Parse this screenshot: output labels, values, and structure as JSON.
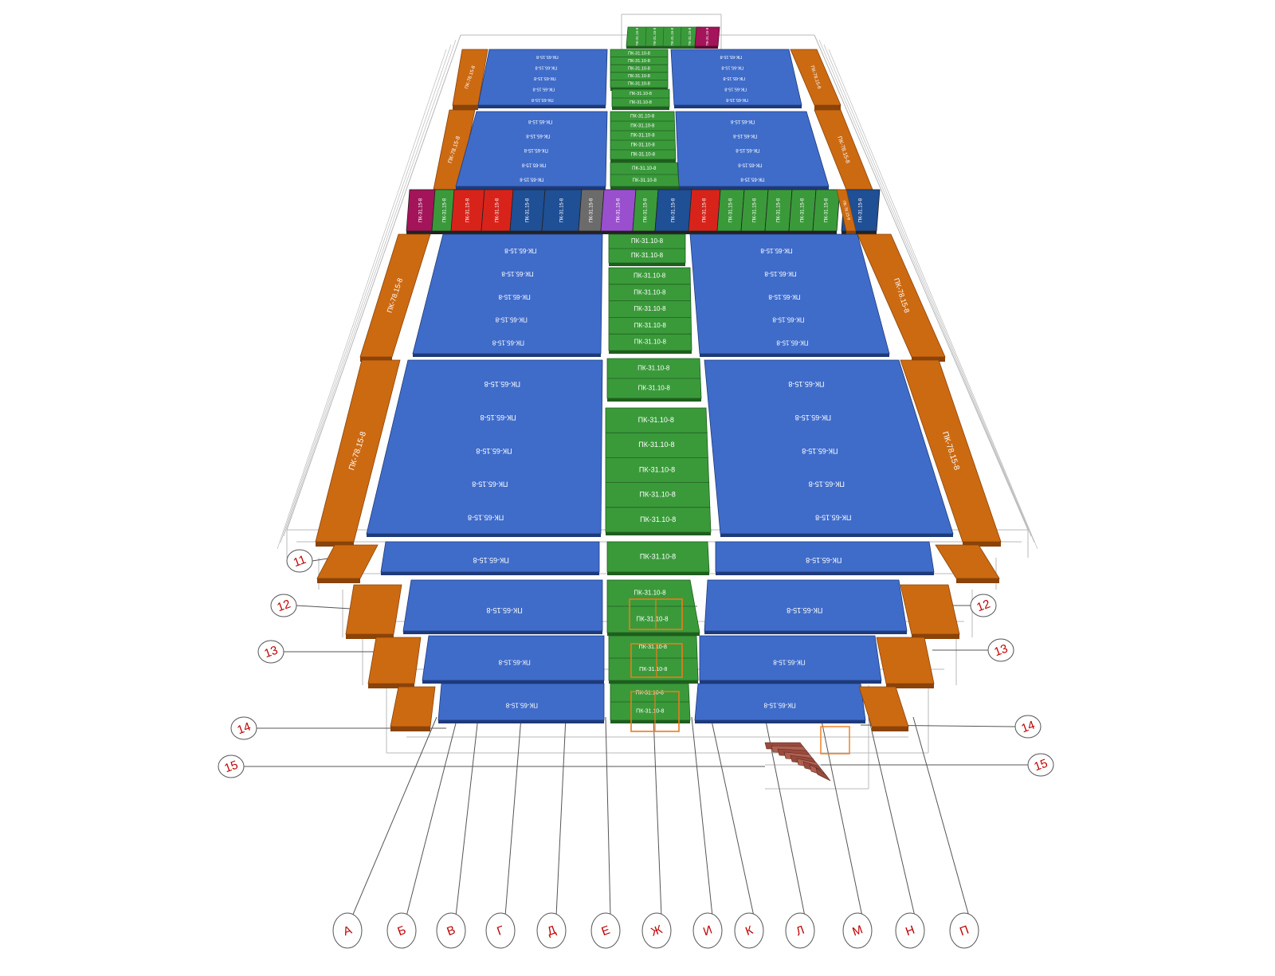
{
  "colors": {
    "hollowcore_blue": "#3f6cc9",
    "hollowcore_blue_dark": "#1e3a7a",
    "corridor_green": "#3a9a3a",
    "corridor_green_dark": "#1f5e1f",
    "beam_orange": "#cc6a12",
    "beam_orange_dark": "#8a4308",
    "slab_red": "#d8231b",
    "slab_navy": "#1f4f95",
    "slab_grey": "#6b6b6b",
    "slab_purple": "#9a4fcf",
    "slab_magenta": "#a3145a",
    "frame_line": "#b9b9b9",
    "axis_red": "#c00000",
    "stair_brick": "#9a4a3c"
  },
  "labels": {
    "blue_slab": "ПК-65.15-8",
    "green_slab": "ПК-31.10-8",
    "beam": "ПК-78.15-8",
    "small_slab": "ПК-31.15-8"
  },
  "row_axes": [
    "11",
    "12",
    "13",
    "14",
    "15"
  ],
  "column_axes": [
    "А",
    "Б",
    "В",
    "Г",
    "Д",
    "Е",
    "Ж",
    "И",
    "К",
    "Л",
    "М",
    "Н",
    "П"
  ],
  "icons": [
    "stair-icon",
    "elevator-shaft-icon"
  ]
}
